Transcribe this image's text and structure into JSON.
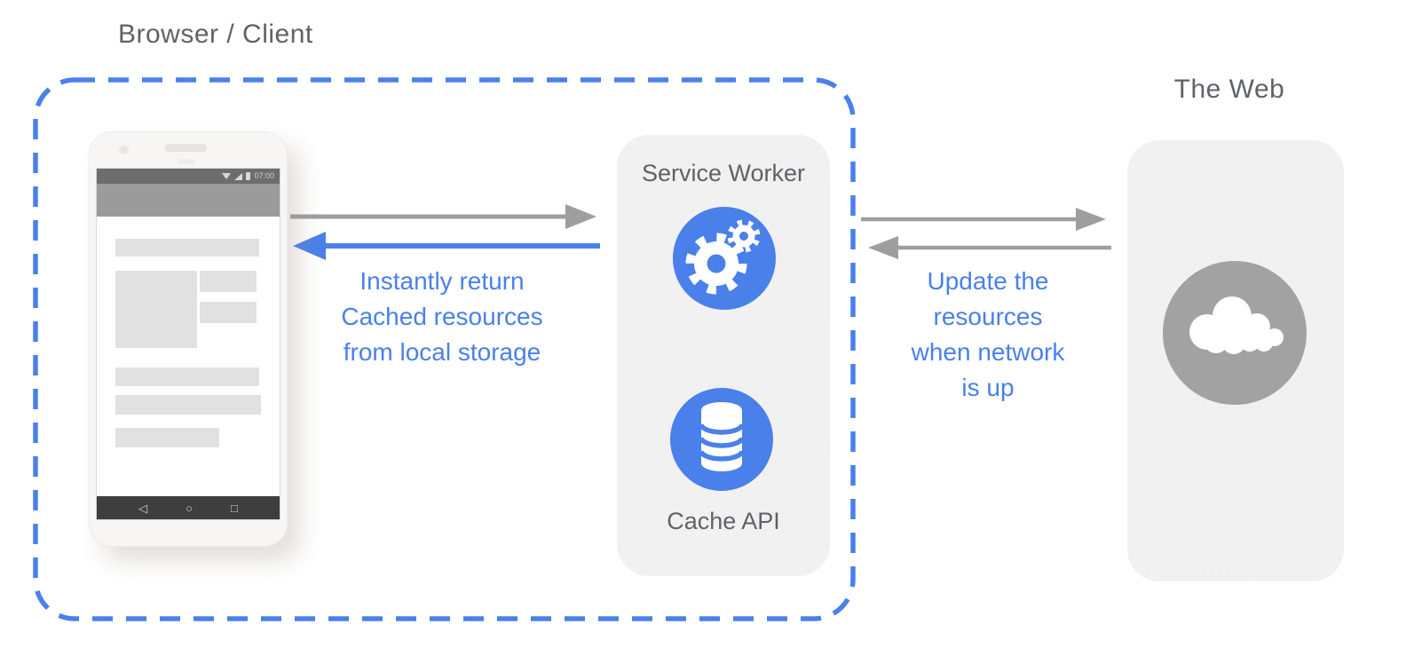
{
  "diagram": {
    "browser_client": {
      "title": "Browser / Client"
    },
    "web": {
      "title": "The Web"
    },
    "service_worker": {
      "title": "Service Worker",
      "cache_label": "Cache API"
    },
    "phone": {
      "status_time": "07:00",
      "nav": {
        "back": "◁",
        "home": "○",
        "recents": "□"
      }
    },
    "flows": {
      "cache_return": {
        "lines": [
          "Instantly return",
          "Cached resources",
          "from local storage"
        ]
      },
      "network_update": {
        "lines": [
          "Update the",
          "resources",
          "when network",
          "is up"
        ]
      }
    },
    "colors": {
      "accent_blue": "#4a80ea",
      "arrow_gray": "#9e9e9e",
      "panel_bg": "#f1f1f1",
      "title_gray": "#5f6368",
      "web_circle_gray": "#a2a2a2"
    },
    "icons": {
      "gears": "gears-icon → white cogs on blue circle",
      "database": "database-icon → white cylinder (Cache API) on blue circle",
      "cloud": "cloud-icon → white cloud on gray circle",
      "wifi": "wifi-icon",
      "signal": "cell-signal-icon",
      "battery": "battery-icon",
      "nav_back": "◁",
      "nav_home": "○",
      "nav_recents": "□"
    }
  }
}
